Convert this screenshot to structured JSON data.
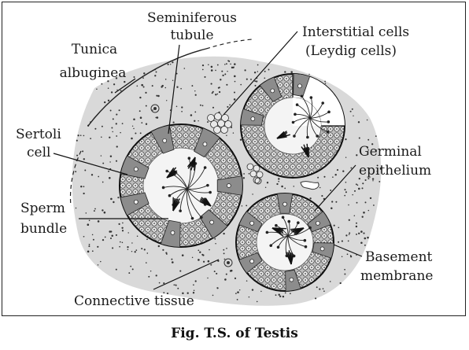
{
  "diagram": {
    "labels": {
      "seminiferous_line1": "Seminiferous",
      "seminiferous_line2": "tubule",
      "interstitial_line1": "Interstitial cells",
      "interstitial_line2": "(Leydig cells)",
      "tunica_line1": "Tunica",
      "tunica_line2": "albuginea",
      "sertoli_line1": "Sertoli",
      "sertoli_line2": "cell",
      "germinal_line1": "Germinal",
      "germinal_line2": "epithelium",
      "sperm_line1": "Sperm",
      "sperm_line2": "bundle",
      "basement_line1": "Basement",
      "basement_line2": "membrane",
      "connective": "Connective tissue"
    },
    "caption": "Fig. T.S. of Testis",
    "colors": {
      "tissue_fill": "#d9d9d9",
      "tubule_fill": "#9a9a9a",
      "cell_fill": "#e8e8e8",
      "ink": "#1a1a1a"
    }
  }
}
